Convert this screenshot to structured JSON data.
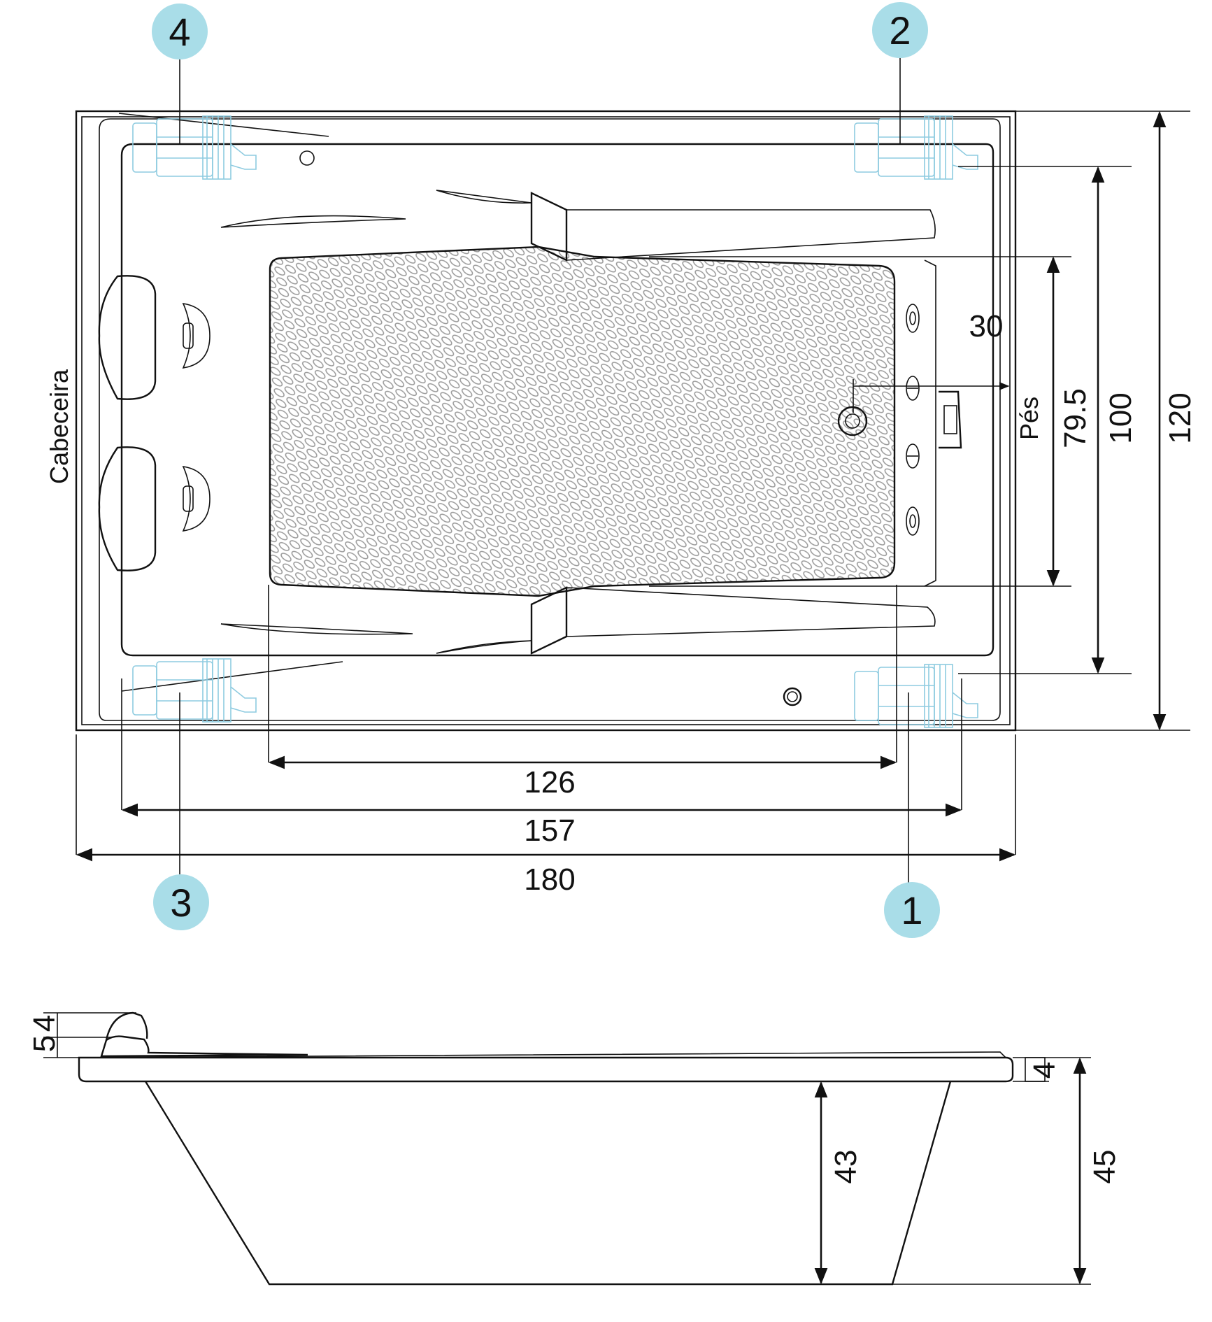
{
  "labels": {
    "head": "Cabeceira",
    "feet": "Pés"
  },
  "dimensions": {
    "width_total": "180",
    "width_rim": "157",
    "width_inner": "126",
    "height_total": "120",
    "height_rim": "100",
    "height_inner": "79.5",
    "drain_offset": "30",
    "depth_total": "45",
    "depth_inner": "43",
    "rim_thickness": "4",
    "pillow_a": "5",
    "pillow_b": "4"
  },
  "callouts": [
    "1",
    "2",
    "3",
    "4"
  ],
  "colors": {
    "callout_fill": "#a9dde8",
    "line": "#111111",
    "motor": "#8ecbe0",
    "texture": "#cfcfcf"
  },
  "icons": {
    "arrow": "arrowhead",
    "drain": "drain-circle",
    "jet": "jet-nozzle",
    "motor": "pump-motor"
  }
}
